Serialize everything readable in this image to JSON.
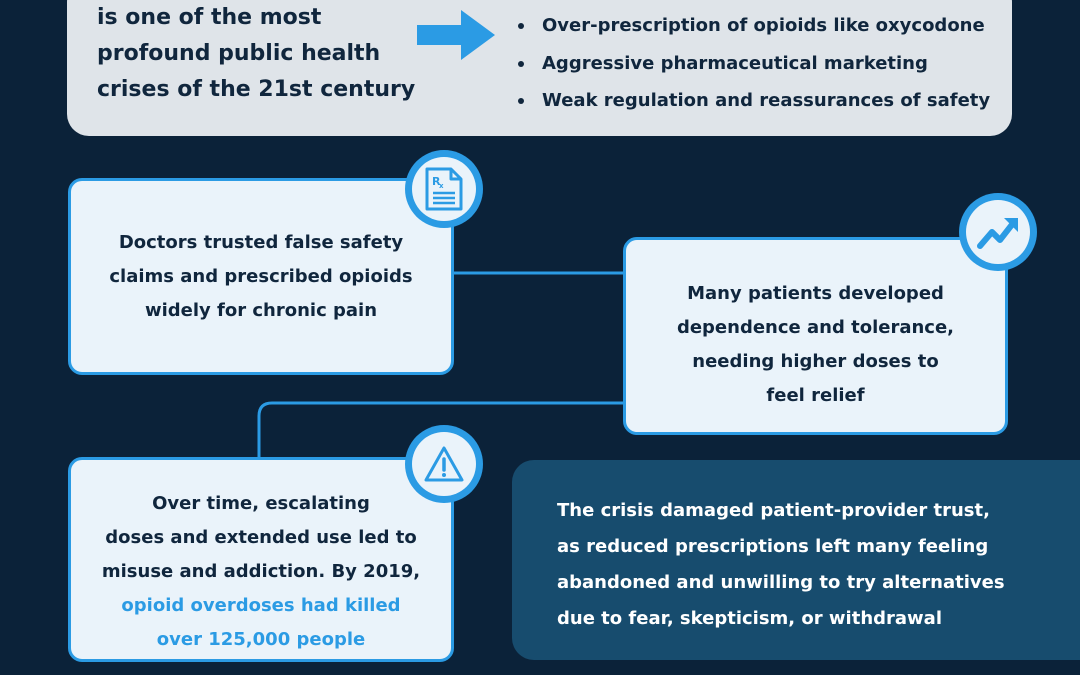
{
  "intro": {
    "lines": [
      "is one of the most",
      "profound public health",
      "crises of the 21st century"
    ]
  },
  "causes": [
    "Over-prescription of opioids like oxycodone",
    "Aggressive pharmaceutical marketing",
    "Weak regulation and reassurances of safety"
  ],
  "cards": {
    "doctors": {
      "lines": [
        "Doctors trusted false safety",
        "claims and prescribed opioids",
        "widely for chronic pain"
      ],
      "icon": "prescription-icon"
    },
    "patients": {
      "lines": [
        "Many patients developed",
        "dependence and tolerance,",
        "needing higher doses to",
        "feel relief"
      ],
      "icon": "trend-up-icon"
    },
    "overdose": {
      "lines": [
        "Over time, escalating",
        "doses and extended use led to",
        "misuse and addiction. By 2019,"
      ],
      "highlight_lines": [
        "opioid overdoses had killed",
        "over 125,000 people"
      ],
      "icon": "warning-icon"
    }
  },
  "trust_panel": {
    "lines": [
      "The crisis damaged patient-provider trust,",
      "as reduced prescriptions left many feeling",
      "abandoned and unwilling to try alternatives",
      "due to fear, skepticism, or withdrawal"
    ]
  },
  "colors": {
    "background": "#0b2239",
    "accent": "#2b9be4",
    "card": "#eaf3fa",
    "panel_light": "#dfe4e9",
    "panel_dark": "#174c6e",
    "text_dark": "#10263d"
  }
}
